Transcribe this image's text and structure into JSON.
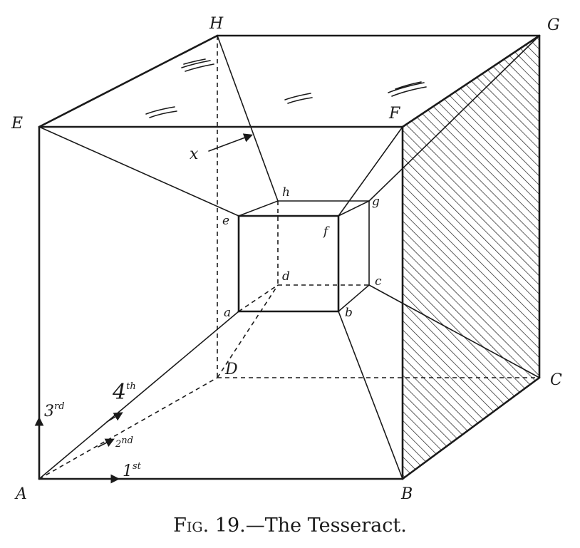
{
  "caption": {
    "fig_word": "Fig.",
    "fig_number": "19.",
    "title": "—The Tesseract."
  },
  "outer_vertices": {
    "A": "A",
    "B": "B",
    "C": "C",
    "D": "D",
    "E": "E",
    "F": "F",
    "G": "G",
    "H": "H"
  },
  "inner_vertices": {
    "a": "a",
    "b": "b",
    "c": "c",
    "d": "d",
    "e": "e",
    "f": "f",
    "g": "g",
    "h": "h"
  },
  "axes": {
    "first": {
      "num": "1",
      "sup": "st"
    },
    "second": {
      "num": "2",
      "sup": "nd"
    },
    "third": {
      "num": "3",
      "sup": "rd"
    },
    "fourth": {
      "num": "4",
      "sup": "th"
    }
  },
  "marker_x": "x",
  "colors": {
    "ink": "#1a1a1a",
    "paper": "#ffffff"
  }
}
